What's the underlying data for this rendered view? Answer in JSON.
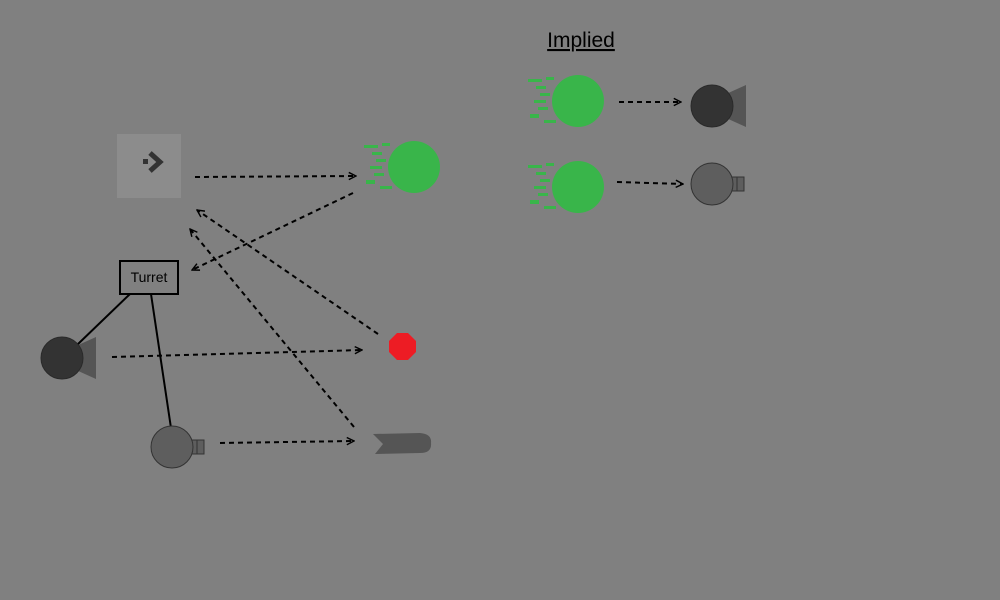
{
  "diagram": {
    "heading": "Implied",
    "turret_label": "Turret",
    "nodes": {
      "source_icon": "chevron-right-icon",
      "turret": "turret-box",
      "turret_camera": "dark-turret-camera-icon",
      "turret_cannon": "gray-turret-cannon-icon",
      "comet": "green-comet-icon",
      "red_dot": "red-octagon-icon",
      "projectile": "gray-projectile-icon"
    },
    "colors": {
      "background": "#808080",
      "comet_green": "#39b54a",
      "red_dot": "#ed1c24",
      "dark_turret": "#333333",
      "gray_turret": "#5e5e5e",
      "source_box": "#8c8c8c"
    }
  }
}
